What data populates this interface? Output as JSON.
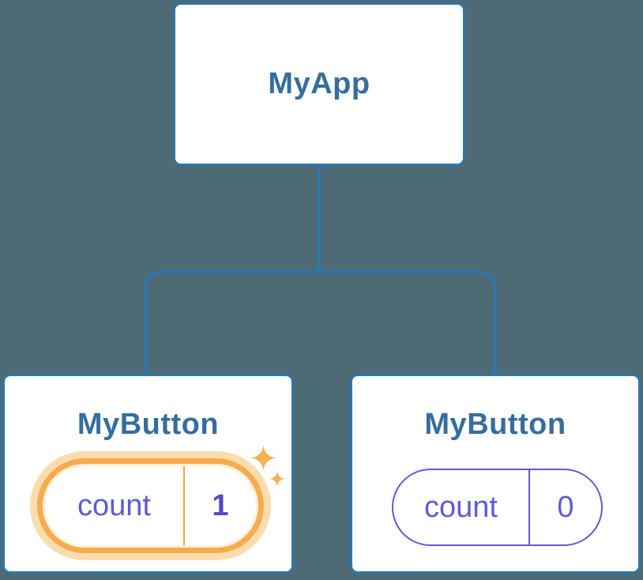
{
  "colors": {
    "background": "#4D6A75",
    "node_border": "#2E76AD",
    "connector": "#2E76AD",
    "node_title": "#356E9E",
    "node_background": "#FFFFFF",
    "state_text": "#5C5BD8",
    "state_pill_border": "#5E5BD7",
    "highlight_value_text": "#5348CE",
    "highlight_ring": "#F6AB4F",
    "highlight_halo": "#FBDCAC",
    "sparkle": "#F7B155"
  },
  "tree": {
    "root": {
      "label": "MyApp"
    },
    "children": [
      {
        "label": "MyButton",
        "state": {
          "name": "count",
          "value": "1"
        },
        "highlighted": true
      },
      {
        "label": "MyButton",
        "state": {
          "name": "count",
          "value": "0"
        },
        "highlighted": false
      }
    ]
  },
  "icons": {
    "sparkle_large": "sparkle-icon",
    "sparkle_small": "sparkle-icon"
  }
}
